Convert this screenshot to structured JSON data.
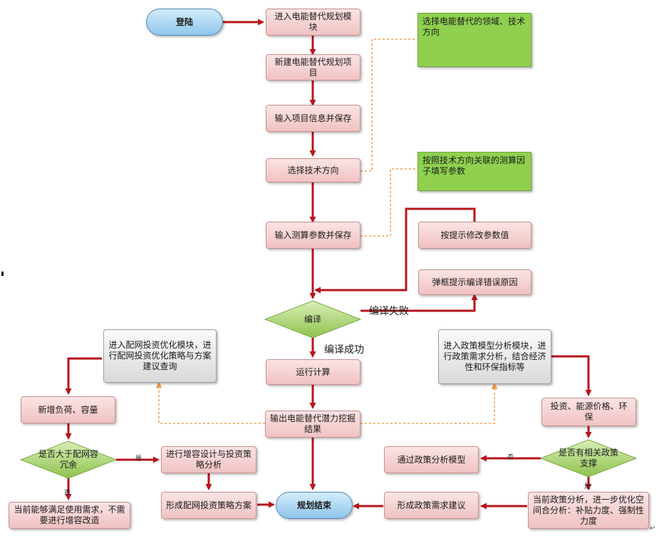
{
  "nodes": {
    "login": "登陆",
    "enter_module": "进入电能替代规划模块",
    "new_project": "新建电能替代规划项目",
    "input_info": "输入项目信息并保存",
    "select_tech": "选择技术方向",
    "input_params": "输入测算参数并保存",
    "compile": "编译",
    "run_calc": "运行计算",
    "output_result": "输出电能替代潜力挖掘结果",
    "plan_end": "规划结束",
    "modify_params": "按提示修改参数值",
    "popup_error": "弹框提示编译错误原因",
    "note_select_domain": "选择电能替代的领域、技术方向",
    "note_fill_params": "按照技术方向关联的测算因子填写参数",
    "enter_grid_module": "进入配网投资优化模块，进行配网投资优化策略与方案建议查询",
    "new_load": "新增负荷、容量",
    "check_redundancy": "是否大于配网容冗余",
    "design_analysis": "进行增容设计与投资策略分析",
    "form_strategy": "形成配网投资策略方案",
    "current_ok": "当前能够满足使用需求，不需要进行增容改造",
    "enter_policy_module": "进入政策模型分析模块，进行政策需求分析，结合经济性和环保指标等",
    "investment_factors": "投资、能源价格、环保",
    "check_policy": "是否有相关政策支撑",
    "policy_model": "通过政策分析模型",
    "form_policy": "形成政策需求建议",
    "current_policy": "当前政策分析，进一步优化空间合分析：补贴力度、强制性力度"
  },
  "edge_labels": {
    "compile_fail": "编译失败",
    "compile_success": "编译成功",
    "yes_left": "是",
    "no_left": "否",
    "no_right": "否",
    "yes_right": "是"
  },
  "colors": {
    "arrow": "#b8141c",
    "dotted_connector": "#f0a050",
    "note_fill": "#8fd14f",
    "decision_fill": "#a9d46f",
    "terminal_fill": "#9ccbea"
  }
}
